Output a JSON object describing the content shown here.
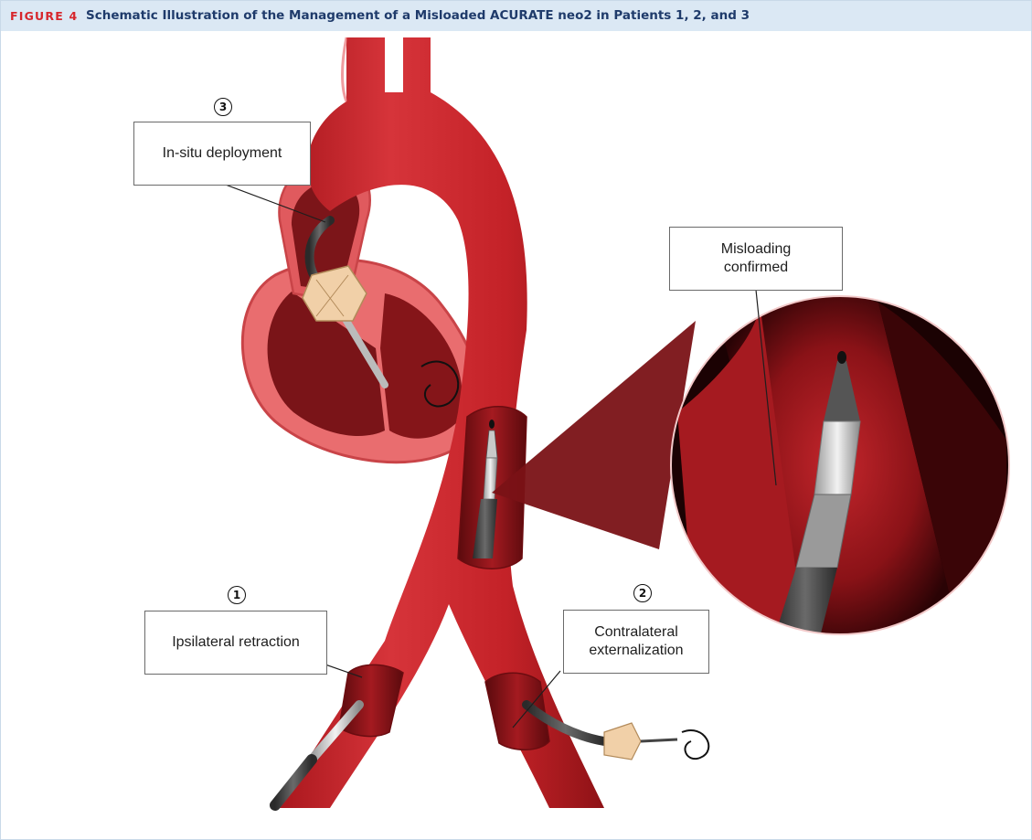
{
  "figure": {
    "label": "FIGURE 4",
    "title": "Schematic Illustration of the Management of a Misloaded ACURATE neo2 in Patients 1, 2, and 3"
  },
  "callouts": {
    "in_situ": "In-situ deployment",
    "misloading": "Misloading\nconfirmed",
    "ipsilateral": "Ipsilateral retraction",
    "contralateral": "Contralateral\nexternalization"
  },
  "steps": {
    "ipsilateral": "1",
    "contralateral": "2",
    "in_situ": "3"
  },
  "colors": {
    "header_bg": "#dbe8f4",
    "label_red": "#d7262c",
    "title_navy": "#1f3b6b",
    "vessel": "#c8262b",
    "vessel_dark": "#7a0f12",
    "catheter": "#3e3e3e",
    "valve": "#f1d0a8"
  }
}
